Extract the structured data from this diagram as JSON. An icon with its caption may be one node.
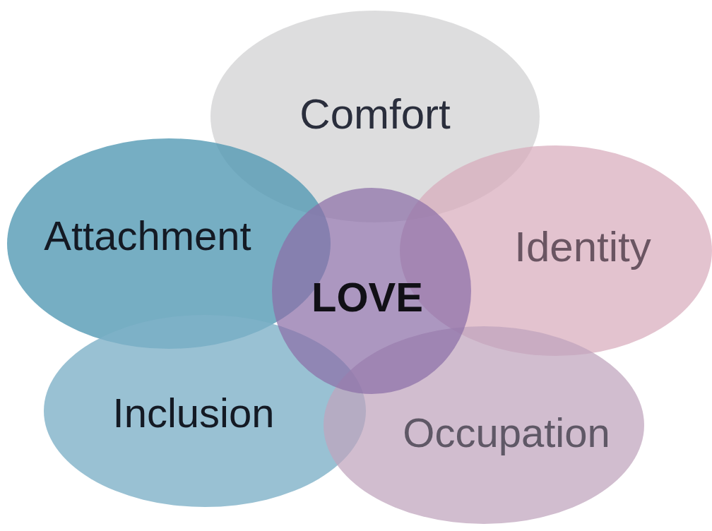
{
  "diagram": {
    "nodes": [
      {
        "text": [
          "Comfort"
        ]
      },
      {
        "text": [
          "Attachment"
        ]
      },
      {
        "text": [
          "LOVE"
        ]
      },
      {
        "text": [
          "Identity"
        ]
      },
      {
        "text": [
          "Inclusion"
        ]
      },
      {
        "text": [
          "Occupation"
        ]
      }
    ]
  }
}
